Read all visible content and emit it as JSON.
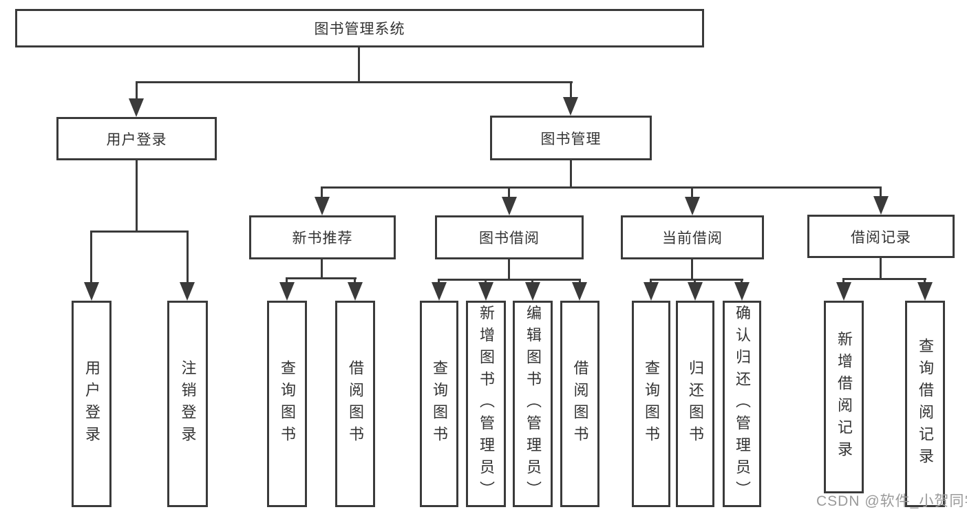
{
  "diagram": {
    "title": "图书管理系统",
    "line_color": "#3a3a3a",
    "text_color": "#333333",
    "background": "#ffffff",
    "level2": [
      {
        "label": "用户登录",
        "children": [
          {
            "label": "用户登录"
          },
          {
            "label": "注销登录"
          }
        ]
      },
      {
        "label": "图书管理",
        "children": [
          {
            "label": "新书推荐",
            "children": [
              {
                "label": "查询图书"
              },
              {
                "label": "借阅图书"
              }
            ]
          },
          {
            "label": "图书借阅",
            "children": [
              {
                "label": "查询图书"
              },
              {
                "label": "新增图书（管理员）"
              },
              {
                "label": "编辑图书（管理员）"
              },
              {
                "label": "借阅图书"
              }
            ]
          },
          {
            "label": "当前借阅",
            "children": [
              {
                "label": "查询图书"
              },
              {
                "label": "归还图书"
              },
              {
                "label": "确认归还（管理员）"
              }
            ]
          },
          {
            "label": "借阅记录",
            "children": [
              {
                "label": "新增借阅记录"
              },
              {
                "label": "查询借阅记录"
              }
            ]
          }
        ]
      }
    ]
  },
  "watermark": {
    "text": "CSDN @软件_小贺同学",
    "color": "#9a9a9a"
  }
}
